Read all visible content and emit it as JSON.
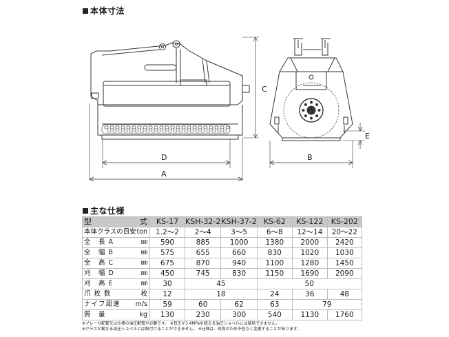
{
  "sections": {
    "dimensions_title": "本体寸法",
    "spec_title": "主な仕様"
  },
  "drawing_labels": {
    "A": "A",
    "B": "B",
    "C": "C",
    "D": "D",
    "E": "E"
  },
  "table": {
    "header": {
      "label_left": "型",
      "label_right": "式",
      "models": [
        "KS-17",
        "KSH-32-2",
        "KSH-37-2",
        "KS-62",
        "KS-122",
        "KS-202"
      ]
    },
    "rows": [
      {
        "label": "本体クラスの目安",
        "unit": "ton",
        "cells": [
          "1.2～2",
          "2～4",
          "3～5",
          "6～8",
          "12～14",
          "20～22"
        ]
      },
      {
        "label": "全　長 A",
        "unit": "㎜",
        "cells": [
          "590",
          "885",
          "1000",
          "1380",
          "2000",
          "2420"
        ]
      },
      {
        "label": "全　幅 B",
        "unit": "㎜",
        "cells": [
          "575",
          "655",
          "660",
          "830",
          "1020",
          "1030"
        ]
      },
      {
        "label": "全　高 C",
        "unit": "㎜",
        "cells": [
          "675",
          "870",
          "940",
          "1100",
          "1280",
          "1450"
        ]
      },
      {
        "label": "刈　幅 D",
        "unit": "㎜",
        "cells": [
          "450",
          "745",
          "830",
          "1150",
          "1690",
          "2090"
        ]
      },
      {
        "label": "刈　高 E",
        "unit": "㎜",
        "cells": [
          "30",
          "45",
          "50"
        ]
      },
      {
        "label": "爪 枚 数",
        "unit": "枚",
        "cells": [
          "12",
          "18",
          "24",
          "36",
          "48"
        ]
      },
      {
        "label": "ナイフ周速",
        "unit": "m/s",
        "cells": [
          "59",
          "60",
          "62",
          "63",
          "79"
        ]
      },
      {
        "label": "質　量",
        "unit": "kg",
        "cells": [
          "130",
          "230",
          "300",
          "540",
          "1130",
          "1760"
        ]
      }
    ]
  },
  "notes": [
    "※ブレーカ配管又は仕様の油圧配管が必要です。 ※背圧が3.4MPaを超える油圧ショベルには使用できません。",
    "※クラスが異なる油圧ショベルには取付けることができません。 ※仕様は、改良のため予告なく変更することがあります。"
  ]
}
